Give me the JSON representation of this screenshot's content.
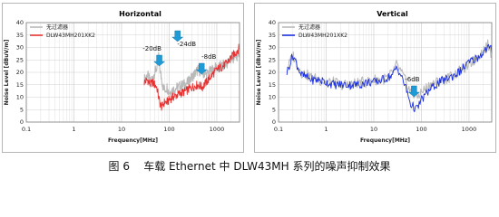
{
  "caption": "图 6    车载 Ethernet 中 DLW43MH 系列的噪声抑制效果",
  "colors": {
    "reference_series": "#b9b9b9",
    "horizontal_series": "#e83232",
    "vertical_series": "#1a2fe0",
    "annotation_arrow": "#1e9ad6",
    "plot_border": "#7f7f7f",
    "panel_frame": "#b5b5b5"
  },
  "chart_data": [
    {
      "type": "line",
      "title": "Horizontal",
      "xlabel": "Frequency[MHz]",
      "ylabel": "Noise Level [dBuV/m]",
      "x_scale": "log",
      "xlim": [
        0.1,
        3000
      ],
      "ylim": [
        0,
        40
      ],
      "x_ticks": [
        "0.1",
        "1",
        "10",
        "100",
        "1000"
      ],
      "y_ticks": [
        "0",
        "5",
        "10",
        "15",
        "20",
        "25",
        "30",
        "35",
        "40"
      ],
      "grid": true,
      "legend_position": "top-left",
      "series": [
        {
          "name": "无过滤器",
          "color": "#b9b9b9",
          "x": [
            30,
            35,
            40,
            45,
            50,
            55,
            60,
            65,
            70,
            75,
            80,
            90,
            100,
            120,
            150,
            200,
            250,
            300,
            400,
            500,
            600,
            800,
            1000,
            1500,
            2000,
            2500,
            3000
          ],
          "y": [
            17,
            19,
            16,
            18,
            20,
            22,
            27,
            20,
            17,
            14,
            13,
            14,
            12,
            13,
            14,
            15,
            16,
            18,
            21,
            20,
            19,
            21,
            22,
            23,
            25,
            26,
            28
          ]
        },
        {
          "name": "DLW43MH201XK2",
          "color": "#e83232",
          "x": [
            30,
            35,
            40,
            45,
            50,
            55,
            60,
            65,
            70,
            75,
            80,
            90,
            100,
            120,
            150,
            200,
            250,
            300,
            400,
            500,
            600,
            800,
            1000,
            1500,
            2000,
            2500,
            3000
          ],
          "y": [
            16,
            17,
            15,
            16,
            15,
            14,
            10,
            7,
            6,
            7,
            8,
            8,
            9,
            10,
            11,
            12,
            13,
            14,
            15,
            14,
            16,
            19,
            21,
            23,
            26,
            28,
            30
          ]
        }
      ],
      "annotations": [
        "-20dB",
        "-24dB",
        "-8dB"
      ]
    },
    {
      "type": "line",
      "title": "Vertical",
      "xlabel": "Frequency[MHz]",
      "ylabel": "Noise Level [dBuV/m]",
      "x_scale": "log",
      "xlim": [
        0.1,
        3000
      ],
      "ylim": [
        0,
        40
      ],
      "x_ticks": [
        "0.1",
        "1",
        "10",
        "100",
        "1000"
      ],
      "y_ticks": [
        "0",
        "5",
        "10",
        "15",
        "20",
        "25",
        "30",
        "35",
        "40"
      ],
      "grid": true,
      "legend_position": "top-left",
      "series": [
        {
          "name": "无过滤器",
          "color": "#b9b9b9",
          "x": [
            0.15,
            0.2,
            0.3,
            0.5,
            0.7,
            1,
            1.5,
            2,
            3,
            5,
            7,
            10,
            15,
            20,
            25,
            30,
            35,
            40,
            45,
            50,
            60,
            70,
            80,
            100,
            150,
            200,
            300,
            500,
            700,
            1000,
            1500,
            2000,
            2500,
            3000
          ],
          "y": [
            21,
            27,
            20,
            18,
            17,
            16,
            16,
            15,
            15,
            16,
            16,
            17,
            17,
            18,
            20,
            23,
            21,
            19,
            17,
            15,
            12,
            11,
            10,
            12,
            15,
            16,
            17,
            19,
            21,
            23,
            26,
            29,
            31,
            27
          ]
        },
        {
          "name": "DLW43MH201XK2",
          "color": "#1a2fe0",
          "x": [
            0.15,
            0.2,
            0.3,
            0.5,
            0.7,
            1,
            1.5,
            2,
            3,
            5,
            7,
            10,
            15,
            20,
            25,
            30,
            35,
            40,
            45,
            50,
            60,
            70,
            80,
            100,
            150,
            200,
            300,
            500,
            700,
            1000,
            1500,
            2000,
            2500,
            3000
          ],
          "y": [
            20,
            27,
            19,
            17,
            17,
            16,
            15,
            15,
            15,
            15,
            16,
            16,
            17,
            18,
            19,
            22,
            20,
            17,
            15,
            12,
            7,
            6,
            5,
            9,
            13,
            15,
            17,
            19,
            21,
            24,
            26,
            28,
            30,
            29
          ]
        }
      ],
      "annotations": [
        "-6dB"
      ]
    }
  ]
}
